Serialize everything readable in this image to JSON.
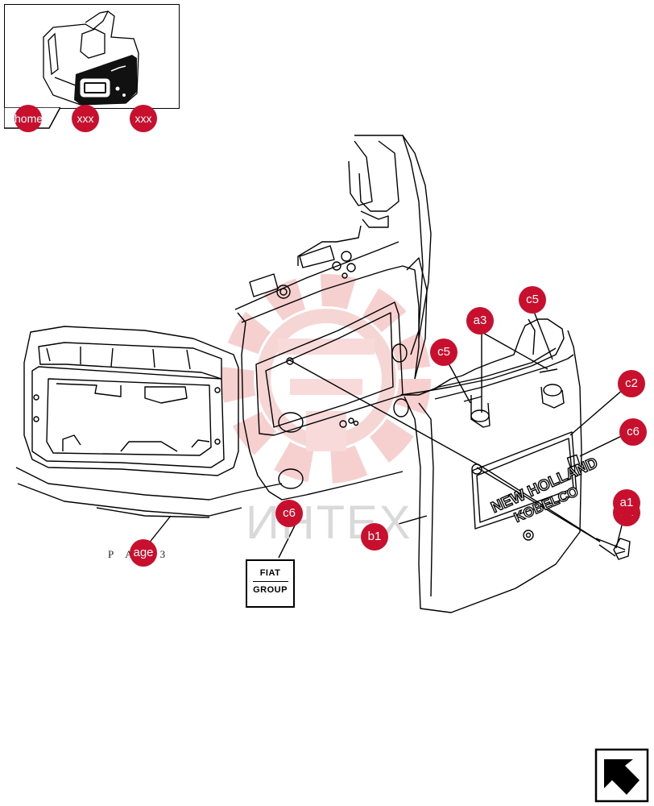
{
  "nav": {
    "home_label": "home",
    "xxx1_label": "xxx",
    "xxx2_label": "xxx"
  },
  "watermark": {
    "text": "ИНТЕХ"
  },
  "page_ref": {
    "prefix": "P A",
    "badge_label": "age",
    "number": "3"
  },
  "callouts": [
    {
      "id": "c5_left",
      "label": "c5"
    },
    {
      "id": "a3",
      "label": "a3"
    },
    {
      "id": "c5_right",
      "label": "c5"
    },
    {
      "id": "c2",
      "label": "c2"
    },
    {
      "id": "c6_right",
      "label": "c6"
    },
    {
      "id": "a1",
      "label": "a1"
    },
    {
      "id": "a2",
      "label": "a2"
    },
    {
      "id": "b1",
      "label": "b1"
    },
    {
      "id": "c6_fiat",
      "label": "c6"
    }
  ],
  "decal": {
    "line1": "NEW HOLLAND",
    "line2": "KOBELCO"
  },
  "fiat_label": {
    "line1": "FIAT",
    "line2": "GROUP"
  },
  "colors": {
    "callout": "#c8102e",
    "watermark_gear": "#f5c4c4",
    "watermark_text": "#d9d9d9",
    "line": "#000000"
  },
  "icons": {
    "return": "return-arrow-icon"
  }
}
